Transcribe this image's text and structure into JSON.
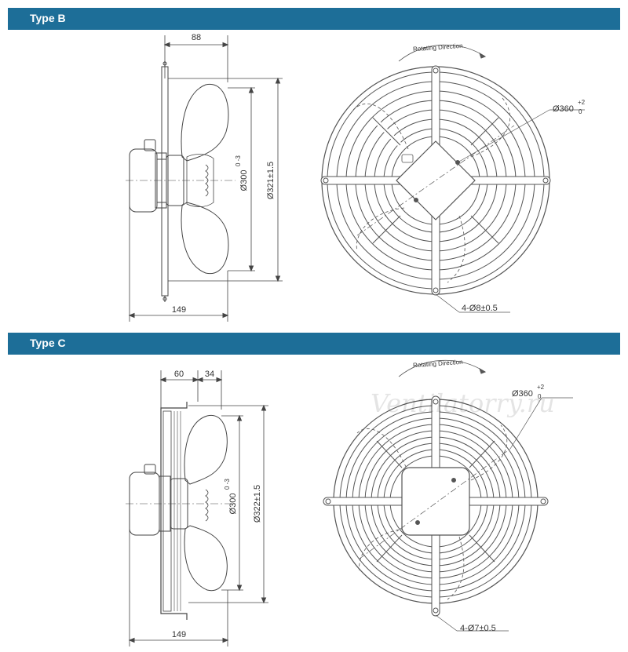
{
  "sections": [
    {
      "type_label": "Type B",
      "side": {
        "width_top": "88",
        "width_bottom": "149",
        "dia_inner": "Ø300",
        "dia_inner_tol": "0 -3",
        "dia_outer": "Ø321±1.5"
      },
      "front": {
        "rotation": "Rotating Direction",
        "dia_guard": "Ø360",
        "dia_guard_tol_upper": "+2",
        "dia_guard_tol_lower": "0",
        "holes": "4-Ø8±0.5"
      }
    },
    {
      "type_label": "Type C",
      "side": {
        "width_top_a": "60",
        "width_top_b": "34",
        "width_bottom": "149",
        "dia_inner": "Ø300",
        "dia_inner_tol": "0 -3",
        "dia_outer": "Ø322±1.5"
      },
      "front": {
        "rotation": "Rotating Direction",
        "dia_guard": "Ø360",
        "dia_guard_tol_upper": "+2",
        "dia_guard_tol_lower": "0",
        "holes": "4-Ø7±0.5"
      }
    }
  ],
  "watermark": "Ventilatorry.ru"
}
